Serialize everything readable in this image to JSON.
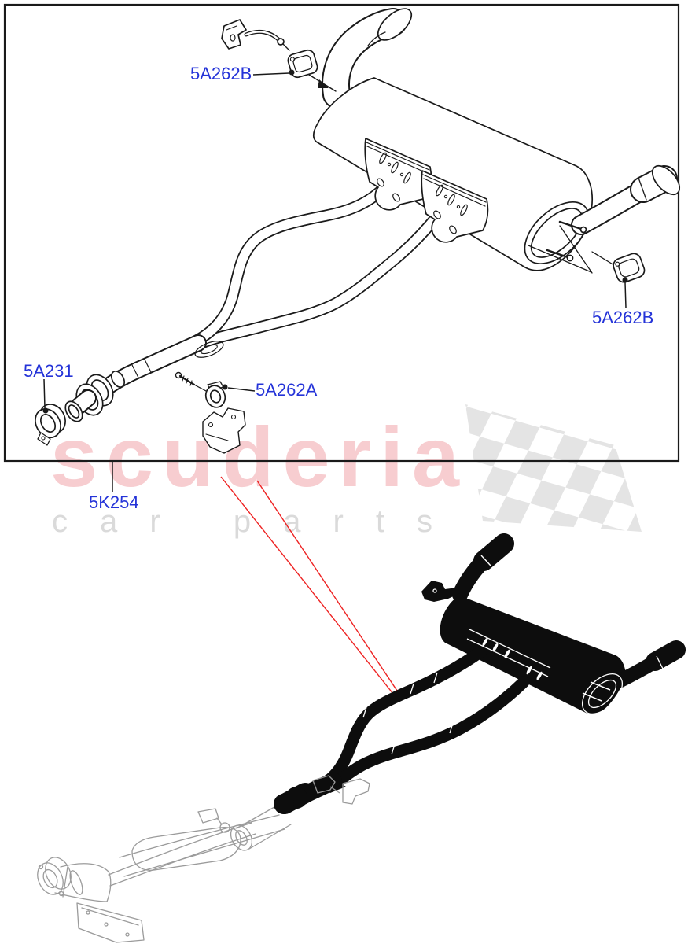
{
  "diagram": {
    "title": "exhaust-system-exploded-parts-diagram",
    "labels": {
      "hanger_top": "5A262B",
      "hanger_right": "5A262B",
      "clamp": "5A231",
      "insulator": "5A262A",
      "exhaust_system": "5K254"
    },
    "label_color": "#2433d8",
    "callout_line_color": "#ee2222",
    "line_art_color": "#1a1a1a",
    "location_art_color": "#9b9b9b",
    "silhouette_color": "#0d0d0d"
  },
  "watermark": {
    "brand": "scuderia",
    "tagline": "car parts",
    "brand_color": "#f7cdd0",
    "tagline_color": "#dadada",
    "flag_color": "#e4e4e4"
  }
}
